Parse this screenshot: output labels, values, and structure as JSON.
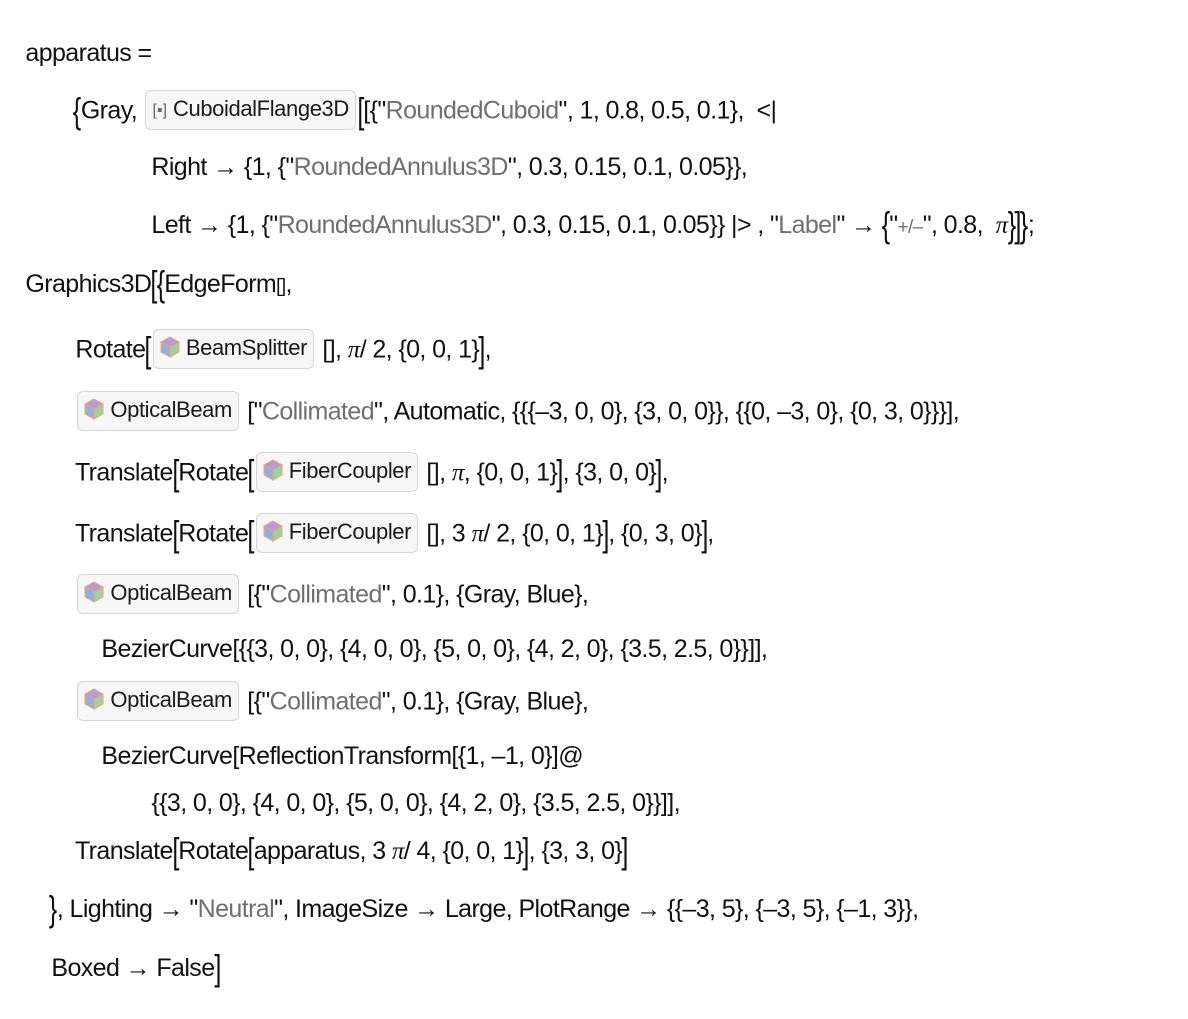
{
  "notebook": {
    "line1": {
      "lhs": "apparatus",
      "op": " ="
    },
    "line2": {
      "brace": "{",
      "gray": "Gray, ",
      "chip": {
        "icon": "resource-flange-icon",
        "label": "CuboidalFlange3D"
      },
      "open": "[{\"",
      "str": "RoundedCuboid",
      "rest": "\", 1, 0.8, 0.5, 0.1},  <|"
    },
    "line3": {
      "pre": "Right → {1, {\"",
      "str": "RoundedAnnulus3D",
      "rest": "\", 0.3, 0.15, 0.1, 0.05}},"
    },
    "line4": {
      "pre": "Left → {1, {\"",
      "str": "RoundedAnnulus3D",
      "mid": "\", 0.3, 0.15, 0.1, 0.05}} |> , \"",
      "label": "Label",
      "arrow": "\" → ",
      "brace_open": "{",
      "q1": "\"",
      "pm": "+/–",
      "after_pm": "\", 0.8,  ",
      "pi": "π",
      "brace_close": "}",
      "bracket": "]",
      "brace_end": "}",
      "semicolon": ";"
    },
    "line5": {
      "head": "Graphics3D",
      "bracket": "[",
      "brace": "{",
      "edge": "EdgeForm",
      "edge_args": "[]",
      "comma": ","
    },
    "line6": {
      "pre": "Rotate",
      "bracket": "[",
      "chip": "BeamSplitter",
      "args": " [], ",
      "pi": "π",
      "rest": "/ 2, {0, 0, 1}",
      "close": "]",
      "comma": ","
    },
    "line7": {
      "chip": "OpticalBeam",
      "open": " [\"",
      "str": "Collimated",
      "rest": "\", Automatic, {{{–3, 0, 0}, {3, 0, 0}}, {{0, –3, 0}, {0, 3, 0}}}],"
    },
    "line8": {
      "translate": "Translate",
      "rotate": "Rotate",
      "chip": "FiberCoupler",
      "args": " [], ",
      "pi": "π",
      "rest": ", {0, 0, 1}",
      "tail": ", {3, 0, 0}",
      "comma": ","
    },
    "line9": {
      "translate": "Translate",
      "rotate": "Rotate",
      "chip": "FiberCoupler",
      "args": " [], 3 ",
      "pi": "π",
      "rest": "/ 2, {0, 0, 1}",
      "tail": ", {0, 3, 0}",
      "comma": ","
    },
    "line10": {
      "chip": "OpticalBeam",
      "open": " [{\"",
      "str": "Collimated",
      "rest": "\", 0.1}, {Gray, Blue},"
    },
    "line11": {
      "text": "BezierCurve[{{3, 0, 0}, {4, 0, 0}, {5, 0, 0}, {4, 2, 0}, {3.5, 2.5, 0}}]],"
    },
    "line12": {
      "chip": "OpticalBeam",
      "open": " [{\"",
      "str": "Collimated",
      "rest": "\", 0.1}, {Gray, Blue},"
    },
    "line13": {
      "text": "BezierCurve[ReflectionTransform[{1, –1, 0}]@"
    },
    "line14": {
      "text": "{{3, 0, 0}, {4, 0, 0}, {5, 0, 0}, {4, 2, 0}, {3.5, 2.5, 0}}]],"
    },
    "line15": {
      "translate": "Translate",
      "rotate": "Rotate",
      "args": "apparatus, 3 ",
      "pi": "π",
      "rest": "/ 4, {0, 0, 1}",
      "tail": ", {3, 3, 0}"
    },
    "line16": {
      "brace": "}",
      "pre": ", Lighting → \"",
      "str": "Neutral",
      "rest": "\", ImageSize → Large, PlotRange → {{–3, 5}, {–3, 5}, {–1, 3}},"
    },
    "line17": {
      "text": "Boxed → False",
      "close": "]"
    }
  },
  "icons": {
    "resource_chip": "entity-cube-icon",
    "flange_chip": "resource-flange-icon"
  },
  "colors": {
    "string": "#6f6f6f",
    "text": "#111111",
    "chip_bg": "#f7f7f7",
    "chip_border": "#d6d6d6"
  }
}
